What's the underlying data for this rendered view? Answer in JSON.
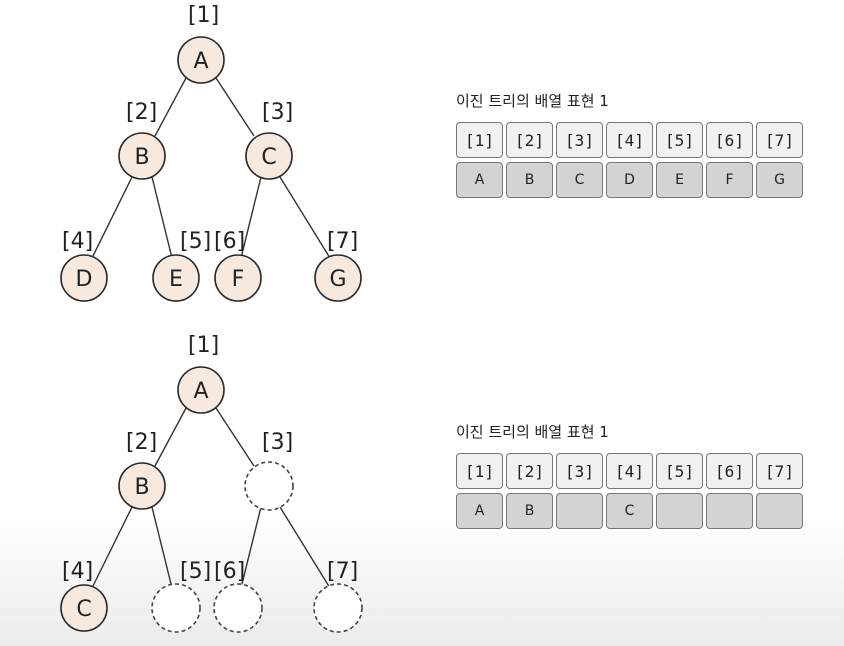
{
  "diagram_top": {
    "nodes": [
      {
        "index": "[1]",
        "label": "A",
        "empty": false
      },
      {
        "index": "[2]",
        "label": "B",
        "empty": false
      },
      {
        "index": "[3]",
        "label": "C",
        "empty": false
      },
      {
        "index": "[4]",
        "label": "D",
        "empty": false
      },
      {
        "index": "[5]",
        "label": "E",
        "empty": false
      },
      {
        "index": "[6]",
        "label": "F",
        "empty": false
      },
      {
        "index": "[7]",
        "label": "G",
        "empty": false
      }
    ]
  },
  "diagram_bottom": {
    "nodes": [
      {
        "index": "[1]",
        "label": "A",
        "empty": false
      },
      {
        "index": "[2]",
        "label": "B",
        "empty": false
      },
      {
        "index": "[3]",
        "label": "",
        "empty": true
      },
      {
        "index": "[4]",
        "label": "C",
        "empty": false
      },
      {
        "index": "[5]",
        "label": "",
        "empty": true
      },
      {
        "index": "[6]",
        "label": "",
        "empty": true
      },
      {
        "index": "[7]",
        "label": "",
        "empty": true
      }
    ]
  },
  "array_top": {
    "title": "이진 트리의 배열 표현 1",
    "headers": [
      "[1]",
      "[2]",
      "[3]",
      "[4]",
      "[5]",
      "[6]",
      "[7]"
    ],
    "values": [
      "A",
      "B",
      "C",
      "D",
      "E",
      "F",
      "G"
    ]
  },
  "array_bottom": {
    "title": "이진 트리의 배열 표현 1",
    "headers": [
      "[1]",
      "[2]",
      "[3]",
      "[4]",
      "[5]",
      "[6]",
      "[7]"
    ],
    "values": [
      "A",
      "B",
      "",
      "C",
      "",
      "",
      ""
    ]
  }
}
